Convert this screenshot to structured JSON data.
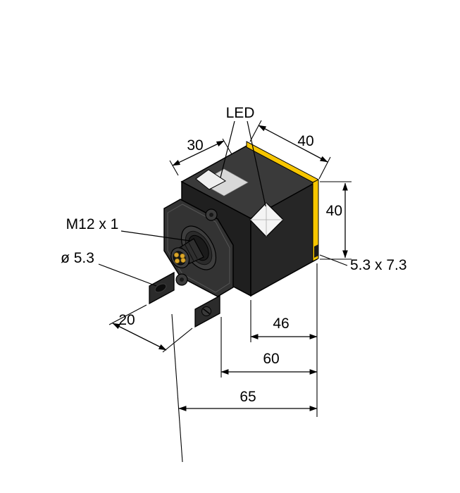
{
  "figure": {
    "type": "technical-dimension-drawing",
    "subject": "inductive proximity sensor with mounting bracket and M12 connector",
    "colors": {
      "background": "#ffffff",
      "outline": "#000000",
      "body_dark": "#2e2e2e",
      "accent_yellow": "#f7c600",
      "pin_gold": "#dda72a"
    },
    "callouts": {
      "led": "LED",
      "thread": "M12 x 1",
      "hole": "ø 5.3",
      "slot": "5.3 x 7.3"
    },
    "dimensions": {
      "top_depth_mm": "30",
      "top_width_mm": "40",
      "side_height_mm": "40",
      "bracket_foot_mm": "20",
      "body_length_mm": "46",
      "bracket_length_mm": "60",
      "overall_length_mm": "65"
    }
  }
}
